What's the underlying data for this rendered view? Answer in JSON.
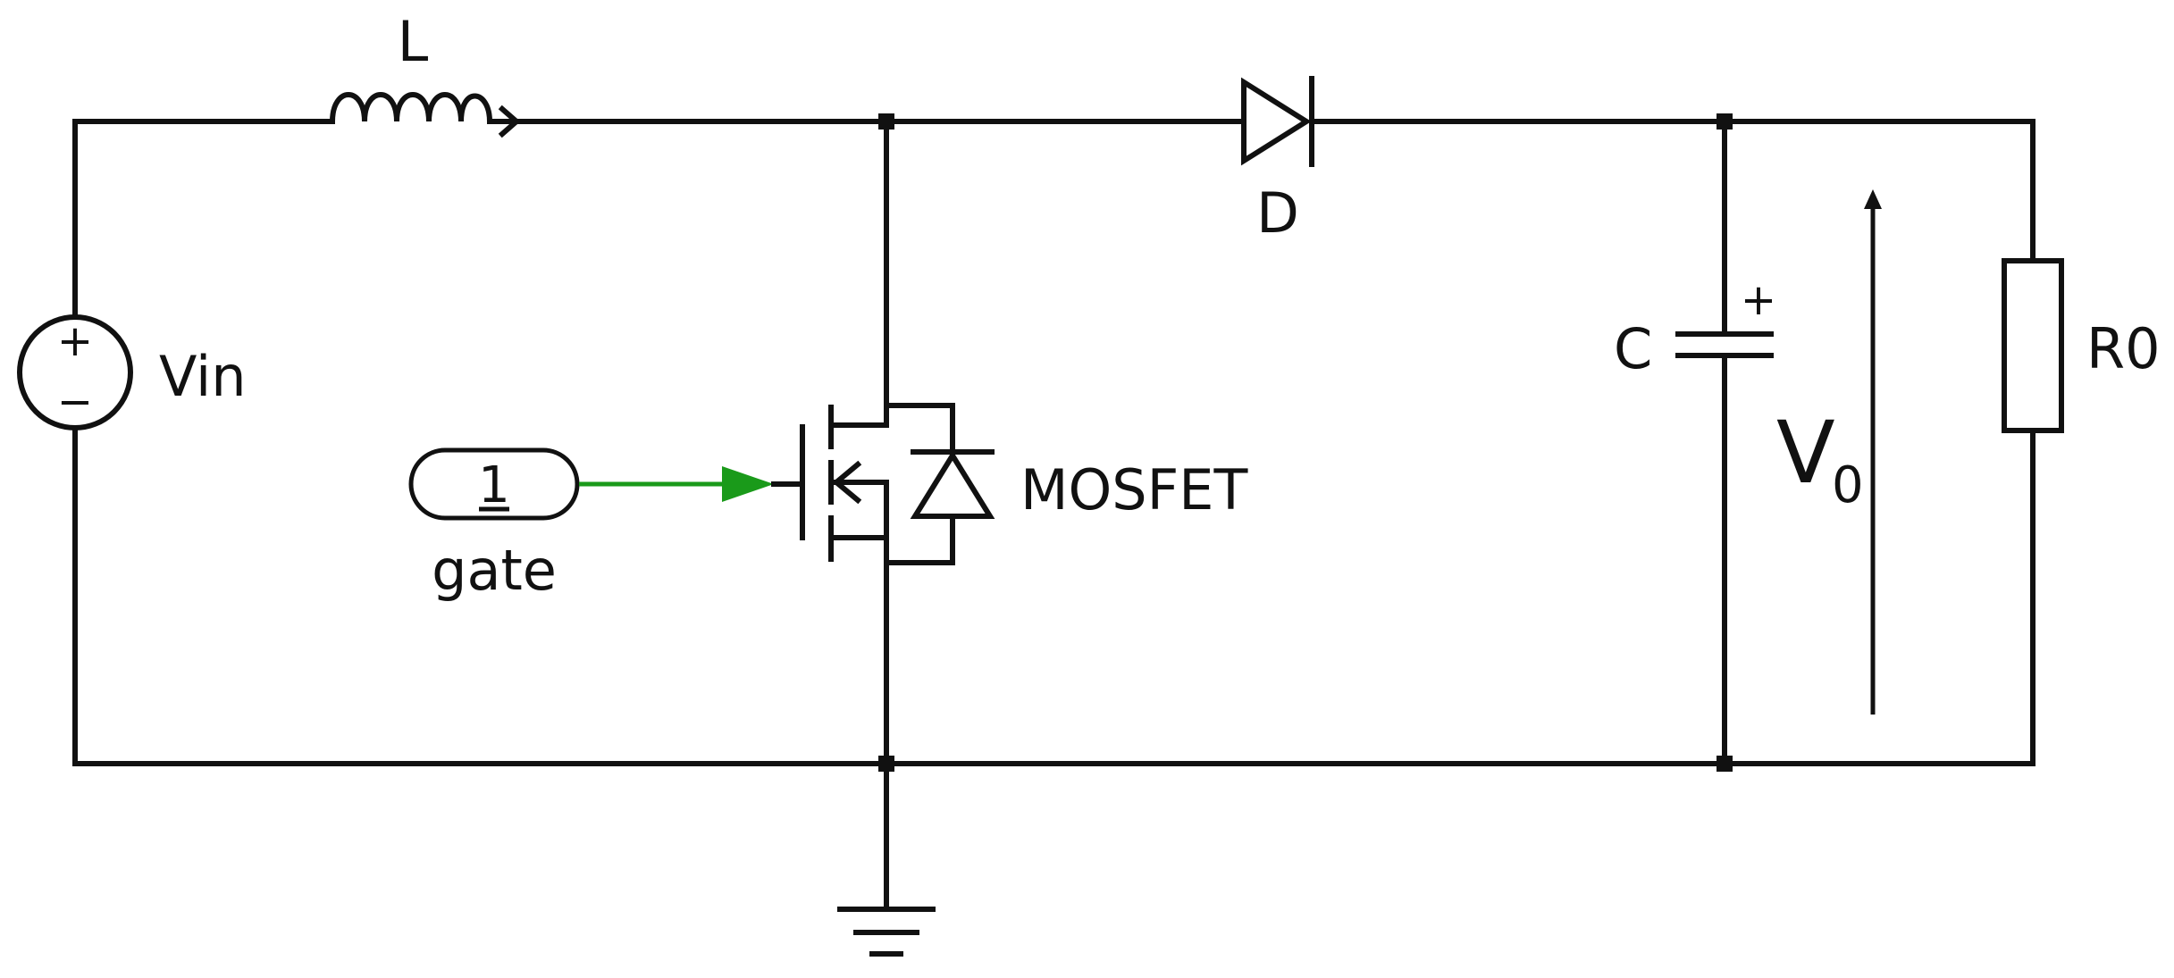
{
  "labels": {
    "inductor": "L",
    "diode": "D",
    "source": "Vin",
    "capacitor": "C",
    "capacitor_polarity": "+",
    "resistor": "R0",
    "output_voltage_main": "V",
    "output_voltage_sub": "0",
    "switch": "MOSFET",
    "gate_port_number": "1",
    "gate_port_name": "gate",
    "source_plus": "+",
    "source_minus": "−"
  },
  "colors": {
    "wire": "#111111",
    "gate_signal": "#1a9a1a"
  }
}
